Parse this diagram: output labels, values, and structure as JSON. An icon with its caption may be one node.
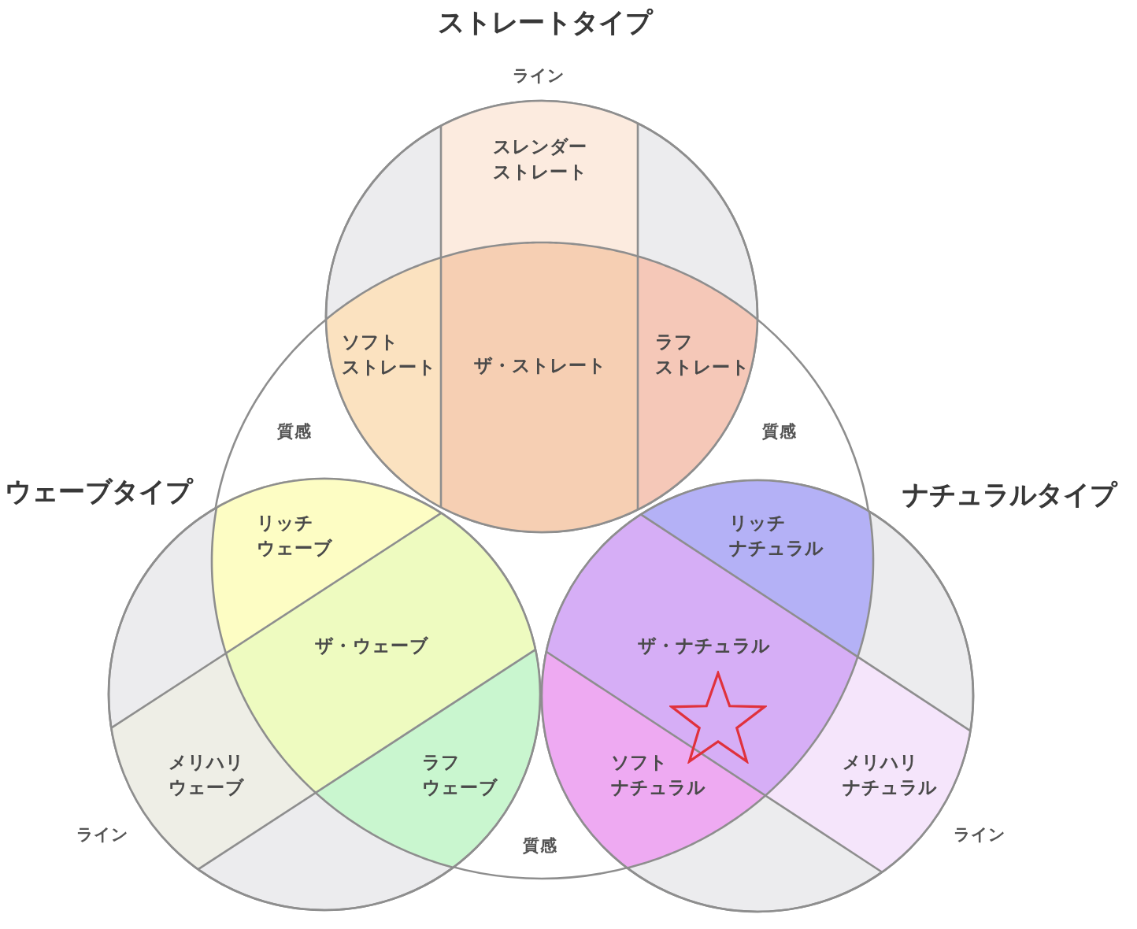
{
  "diagram": {
    "nodes": [
      {
        "text": [
          "ストレートタイプ"
        ]
      },
      {
        "text": [
          "スレンダーストレート"
        ],
        "in": 0
      },
      {
        "text": [
          "ソフトストレート"
        ]
      },
      {
        "text": [
          "ザ・ストレート"
        ]
      },
      {
        "text": [
          "ラフストレート"
        ]
      },
      {
        "text": [],
        "shape": "circle"
      },
      {
        "text": [
          "ウェーブタイプ"
        ]
      },
      {
        "text": [
          "リッチウェーブ"
        ]
      },
      {
        "text": [
          "ザ・ウェーブ"
        ]
      },
      {
        "text": [
          "メリハリウェーブ"
        ],
        "in": 6
      },
      {
        "text": [
          "ラフウェーブ"
        ]
      },
      {
        "text": [
          "ナチュラルタイプ"
        ]
      },
      {
        "text": [
          "リッチナチュラル"
        ]
      },
      {
        "text": [
          "ザ・ナチュラル"
        ]
      },
      {
        "text": [
          "ソフトナチュラル"
        ]
      },
      {
        "text": [
          "メリハリナチュラル"
        ],
        "in": 11
      }
    ],
    "labels": [
      "ライン",
      "質感",
      "質感",
      "ライン",
      "質感",
      "ライン"
    ]
  }
}
